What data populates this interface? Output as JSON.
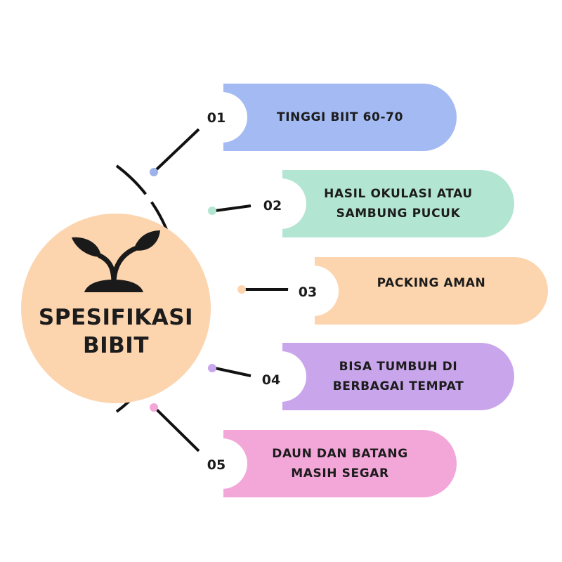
{
  "hub": {
    "title_line1": "SPESIFIKASI",
    "title_line2": "BIBIT",
    "icon": "sprout-icon",
    "color": "#fcd5ae"
  },
  "items": [
    {
      "number": "01",
      "text": "TINGGI BIIT 60-70",
      "color": "#a4baf3",
      "dot_color": "#9eb2ea"
    },
    {
      "number": "02",
      "text": "HASIL OKULASI ATAU SAMBUNG PUCUK",
      "color": "#b3e5d3",
      "dot_color": "#b3e5d3"
    },
    {
      "number": "03",
      "text": "PACKING AMAN",
      "color": "#fcd5ae",
      "dot_color": "#fcd5ae"
    },
    {
      "number": "04",
      "text": "BISA TUMBUH DI BERBAGAI TEMPAT",
      "color": "#c9a6ec",
      "dot_color": "#c9a6ec"
    },
    {
      "number": "05",
      "text": "DAUN DAN BATANG MASIH SEGAR",
      "color": "#f3a7d9",
      "dot_color": "#f3a7d9"
    }
  ]
}
